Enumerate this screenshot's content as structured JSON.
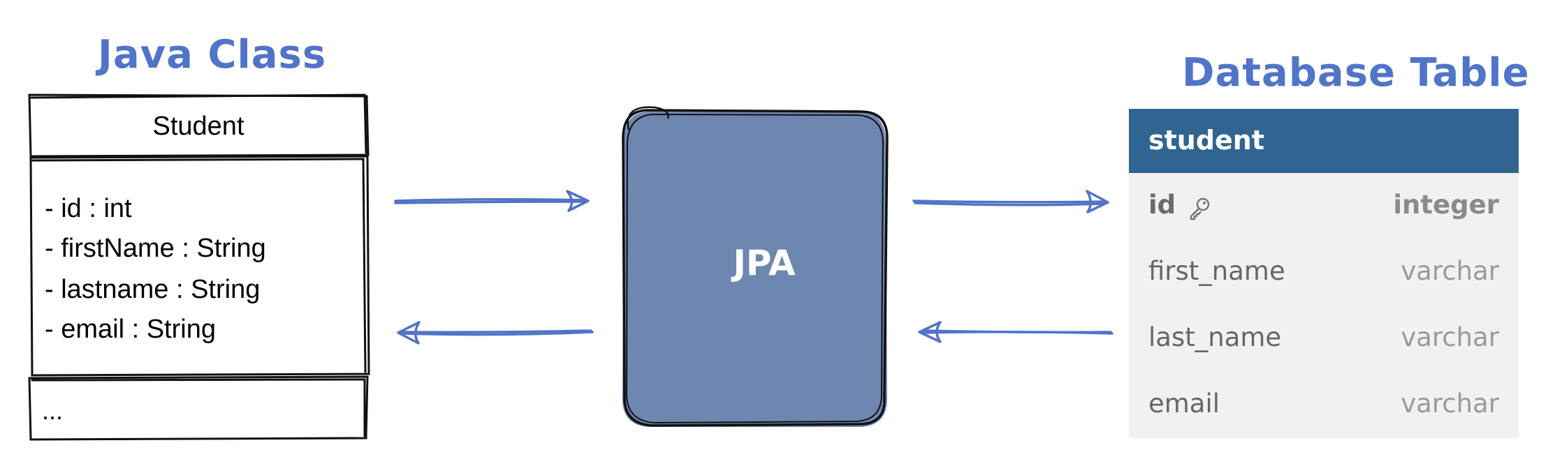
{
  "java_heading": "Java Class",
  "db_heading": "Database Table",
  "uml": {
    "class_name": "Student",
    "attributes": [
      "- id : int",
      "- firstName : String",
      "- lastname : String",
      "- email : String"
    ],
    "methods": "..."
  },
  "jpa_label": "JPA",
  "table": {
    "name": "student",
    "columns": [
      {
        "name": "id",
        "type": "integer",
        "primary_key": true
      },
      {
        "name": "first_name",
        "type": "varchar"
      },
      {
        "name": "last_name",
        "type": "varchar"
      },
      {
        "name": "email",
        "type": "varchar"
      }
    ]
  },
  "colors": {
    "accent": "#5074c8",
    "jpa_fill": "#6e87b0",
    "table_header": "#306592",
    "table_body": "#f1f1f1"
  },
  "icons": {
    "primary_key": "key-icon"
  }
}
